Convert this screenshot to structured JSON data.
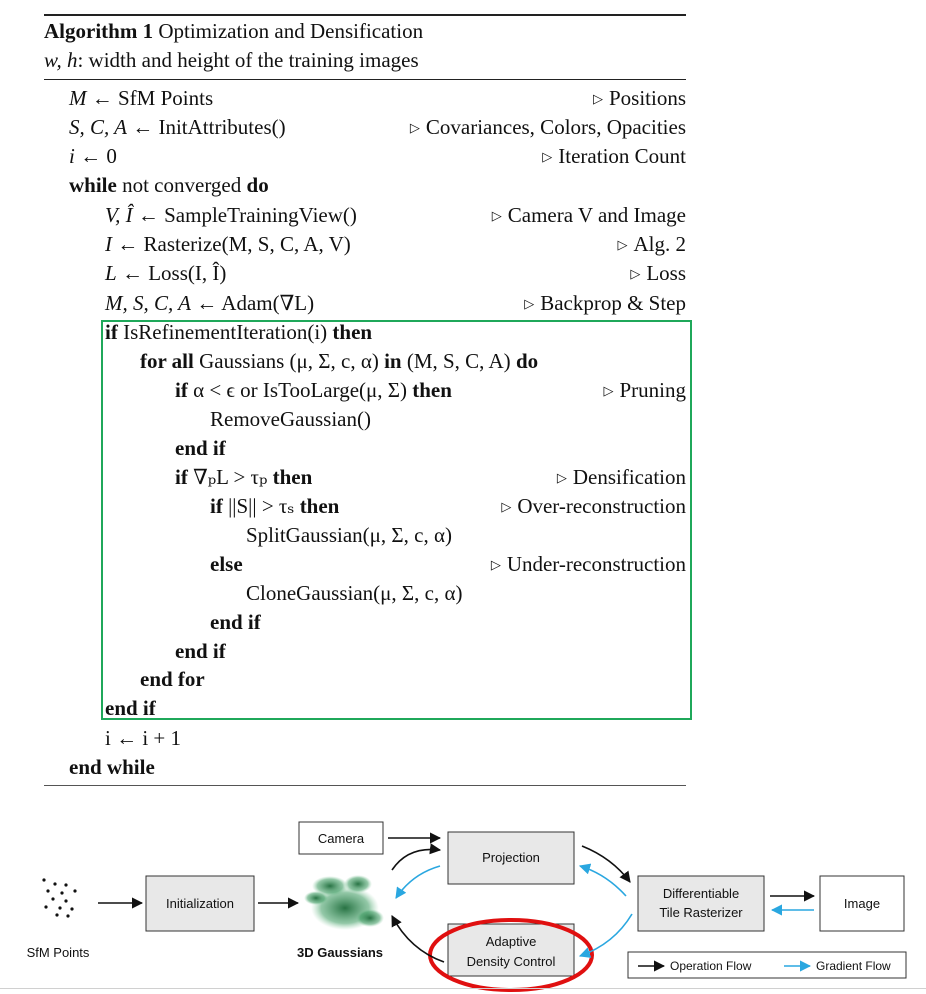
{
  "algorithm": {
    "title_bold": "Algorithm 1",
    "title_rest": " Optimization and Densification",
    "subtitle_vars": "w, h",
    "subtitle_rest": ": width and height of the training images",
    "lines": {
      "l1": {
        "code_var": "M",
        "code_rest": " ← SfM Points",
        "comment": "Positions"
      },
      "l2": {
        "code_var": "S, C, A",
        "code_rest": " ← InitAttributes()",
        "comment": "Covariances, Colors, Opacities"
      },
      "l3": {
        "code_var": "i",
        "code_rest": " ← 0",
        "comment": "Iteration Count"
      },
      "l4": {
        "kw1": "while",
        "mid": " not converged ",
        "kw2": "do"
      },
      "l5": {
        "code_var": "V, Î",
        "code_rest": " ← SampleTrainingView()",
        "comment": "Camera V and Image"
      },
      "l6": {
        "code_var": "I",
        "code_rest": " ← Rasterize(M, S, C, A, V)",
        "comment": "Alg. 2"
      },
      "l7": {
        "code_var": "L",
        "code_rest": " ← Loss(I, Î)",
        "comment": "Loss"
      },
      "l8": {
        "code_var": "M, S, C, A",
        "code_rest": " ← Adam(∇L)",
        "comment": "Backprop & Step"
      },
      "l9": {
        "kw1": "if",
        "mid": " IsRefinementIteration(i) ",
        "kw2": "then"
      },
      "l10": {
        "kw1": "for all",
        "mid": " Gaussians (μ, Σ, c, α) ",
        "kw_in": "in",
        "mid2": " (M, S, C, A) ",
        "kw2": "do"
      },
      "l11": {
        "kw1": "if",
        "mid": " α < ϵ or IsTooLarge(μ, Σ) ",
        "kw2": "then",
        "comment": "Pruning"
      },
      "l12": {
        "text": "RemoveGaussian()"
      },
      "l13": {
        "kw": "end if"
      },
      "l14": {
        "kw1": "if",
        "mid": " ∇ₚL > τₚ ",
        "kw2": "then",
        "comment": "Densification"
      },
      "l15": {
        "kw1": "if",
        "mid": " ||S|| > τₛ ",
        "kw2": "then",
        "comment": "Over-reconstruction"
      },
      "l16": {
        "text": "SplitGaussian(μ, Σ, c, α)"
      },
      "l17": {
        "kw": "else",
        "comment": "Under-reconstruction"
      },
      "l18": {
        "text": "CloneGaussian(μ, Σ, c, α)"
      },
      "l19": {
        "kw": "end if"
      },
      "l20": {
        "kw": "end if"
      },
      "l21": {
        "kw": "end for"
      },
      "l22": {
        "kw": "end if"
      },
      "l23": {
        "text": "i ← i + 1"
      },
      "l24": {
        "kw": "end while"
      }
    },
    "highlight_color": "#1fa85a"
  },
  "diagram": {
    "sfm_label": "SfM Points",
    "init_label": "Initialization",
    "gaussians_label": "3D Gaussians",
    "camera_label": "Camera",
    "projection_label": "Projection",
    "adaptive_line1": "Adaptive",
    "adaptive_line2": "Density Control",
    "rasterizer_line1": "Differentiable",
    "rasterizer_line2": "Tile Rasterizer",
    "image_label": "Image",
    "legend_operation": "Operation Flow",
    "legend_gradient": "Gradient Flow",
    "operation_color": "#111111",
    "gradient_color": "#2aa7e0",
    "circle_color": "#e01010"
  }
}
